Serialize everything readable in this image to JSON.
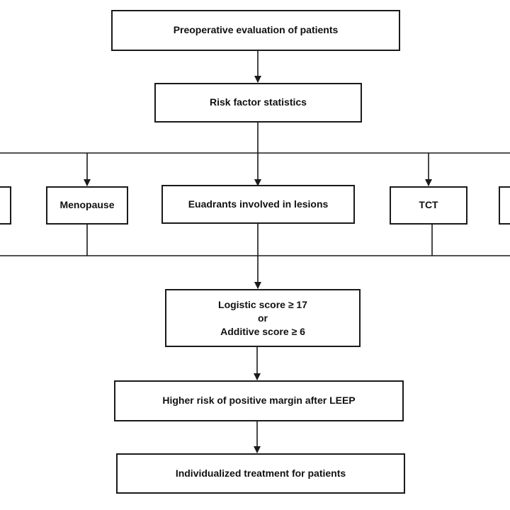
{
  "nodes": {
    "preoperative": "Preoperative evaluation of patients",
    "risk_stats": "Risk factor statistics",
    "menopause": "Menopause",
    "quadrants": "Euadrants involved in lesions",
    "tct": "TCT",
    "score": {
      "line1": "Logistic score ≥ 17",
      "line2": "or",
      "line3": "Additive score ≥ 6"
    },
    "higher_risk": "Higher risk of positive margin after LEEP",
    "treatment": "Individualized treatment for patients"
  },
  "colors": {
    "line": "#1a1a1a",
    "background": "#ffffff"
  }
}
